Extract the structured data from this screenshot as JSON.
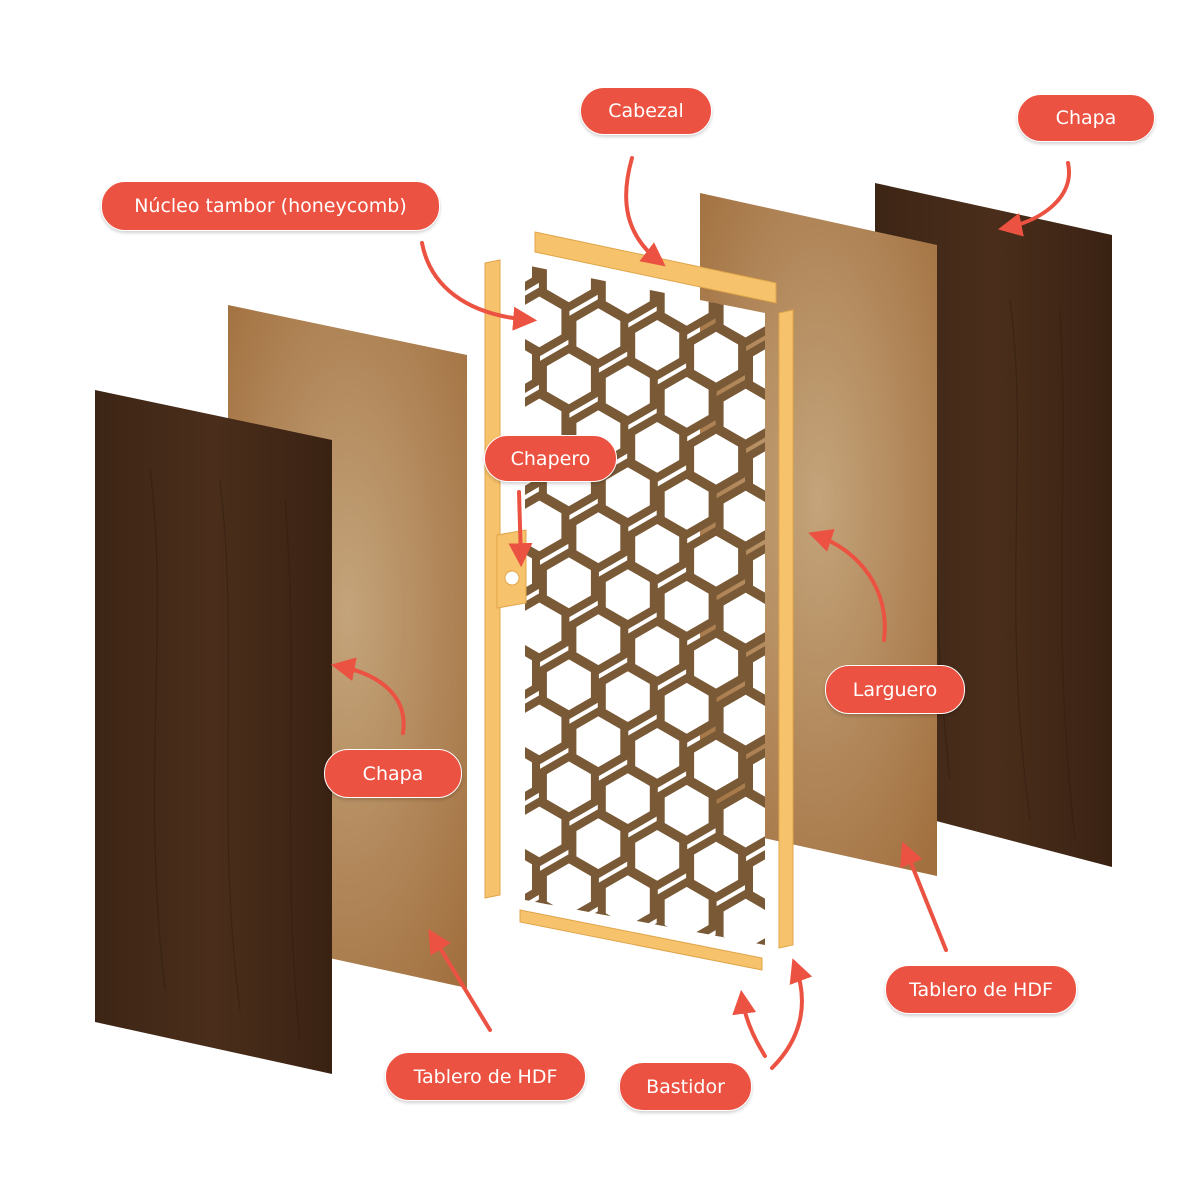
{
  "labels": {
    "cabezal": "Cabezal",
    "chapa_top_right": "Chapa",
    "nucleo": "Núcleo tambor (honeycomb)",
    "chapero": "Chapero",
    "larguero": "Larguero",
    "chapa_left": "Chapa",
    "tablero_right": "Tablero de HDF",
    "tablero_left": "Tablero de HDF",
    "bastidor": "Bastidor"
  },
  "colors": {
    "label_bg": "#ec5241",
    "label_text": "#ffffff",
    "arrow": "#ec5241",
    "veneer_dark": "#3b2414",
    "hdf_light": "#c19e72",
    "hdf_dark": "#a5744a",
    "frame": "#f6c26b",
    "honeycomb": "#7a5a36"
  }
}
